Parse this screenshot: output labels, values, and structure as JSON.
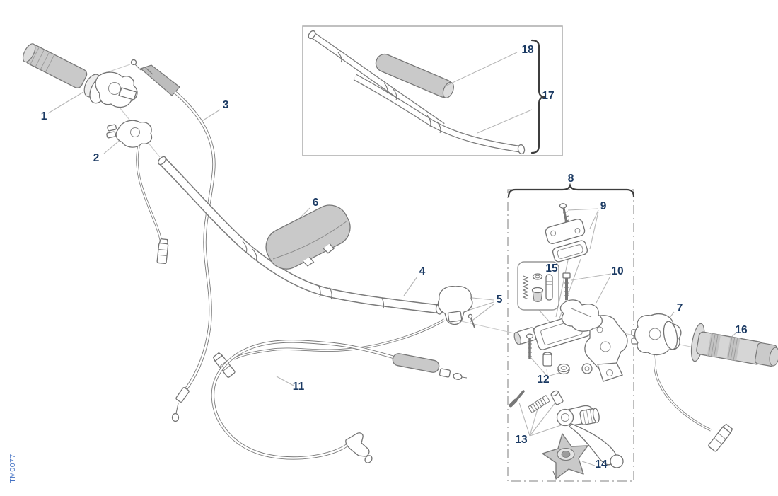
{
  "page": {
    "background": "#ffffff"
  },
  "colors": {
    "callout_text": "#1b3a63",
    "drawing_code_text": "#4472c4",
    "line_art": "#737373",
    "leader_line": "#b6b6b6",
    "part_fill_gray": "#c9c9c9",
    "dashed_box_border": "#9b9b9b"
  },
  "diagram": {
    "drawing_code": "TM0077",
    "callouts": [
      {
        "label": "1"
      },
      {
        "label": "2"
      },
      {
        "label": "3"
      },
      {
        "label": "4"
      },
      {
        "label": "5"
      },
      {
        "label": "6"
      },
      {
        "label": "7"
      },
      {
        "label": "8"
      },
      {
        "label": "9"
      },
      {
        "label": "10"
      },
      {
        "label": "11"
      },
      {
        "label": "12"
      },
      {
        "label": "13"
      },
      {
        "label": "14"
      },
      {
        "label": "15"
      },
      {
        "label": "16"
      },
      {
        "label": "17"
      },
      {
        "label": "18"
      }
    ]
  }
}
